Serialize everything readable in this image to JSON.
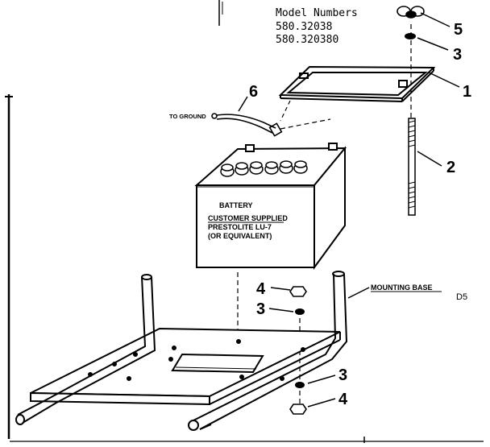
{
  "model": {
    "heading": "Model Numbers",
    "numbers": [
      "580.32038",
      "580.320380"
    ]
  },
  "parts": [
    {
      "callout": "5"
    },
    {
      "callout": "3"
    },
    {
      "callout": "1"
    },
    {
      "callout": "2"
    },
    {
      "callout": "6"
    },
    {
      "callout": "4"
    },
    {
      "callout": "3"
    },
    {
      "callout": "3"
    },
    {
      "callout": "4"
    }
  ],
  "labels": {
    "to_ground": "TO GROUND",
    "mounting_base": "MOUNTING BASE",
    "diagram_code": "D5"
  },
  "battery_text": {
    "title": "BATTERY",
    "line1": "CUSTOMER SUPPLIED",
    "line2": "PRESTOLITE LU-7",
    "line3": "(OR EQUIVALENT)"
  }
}
